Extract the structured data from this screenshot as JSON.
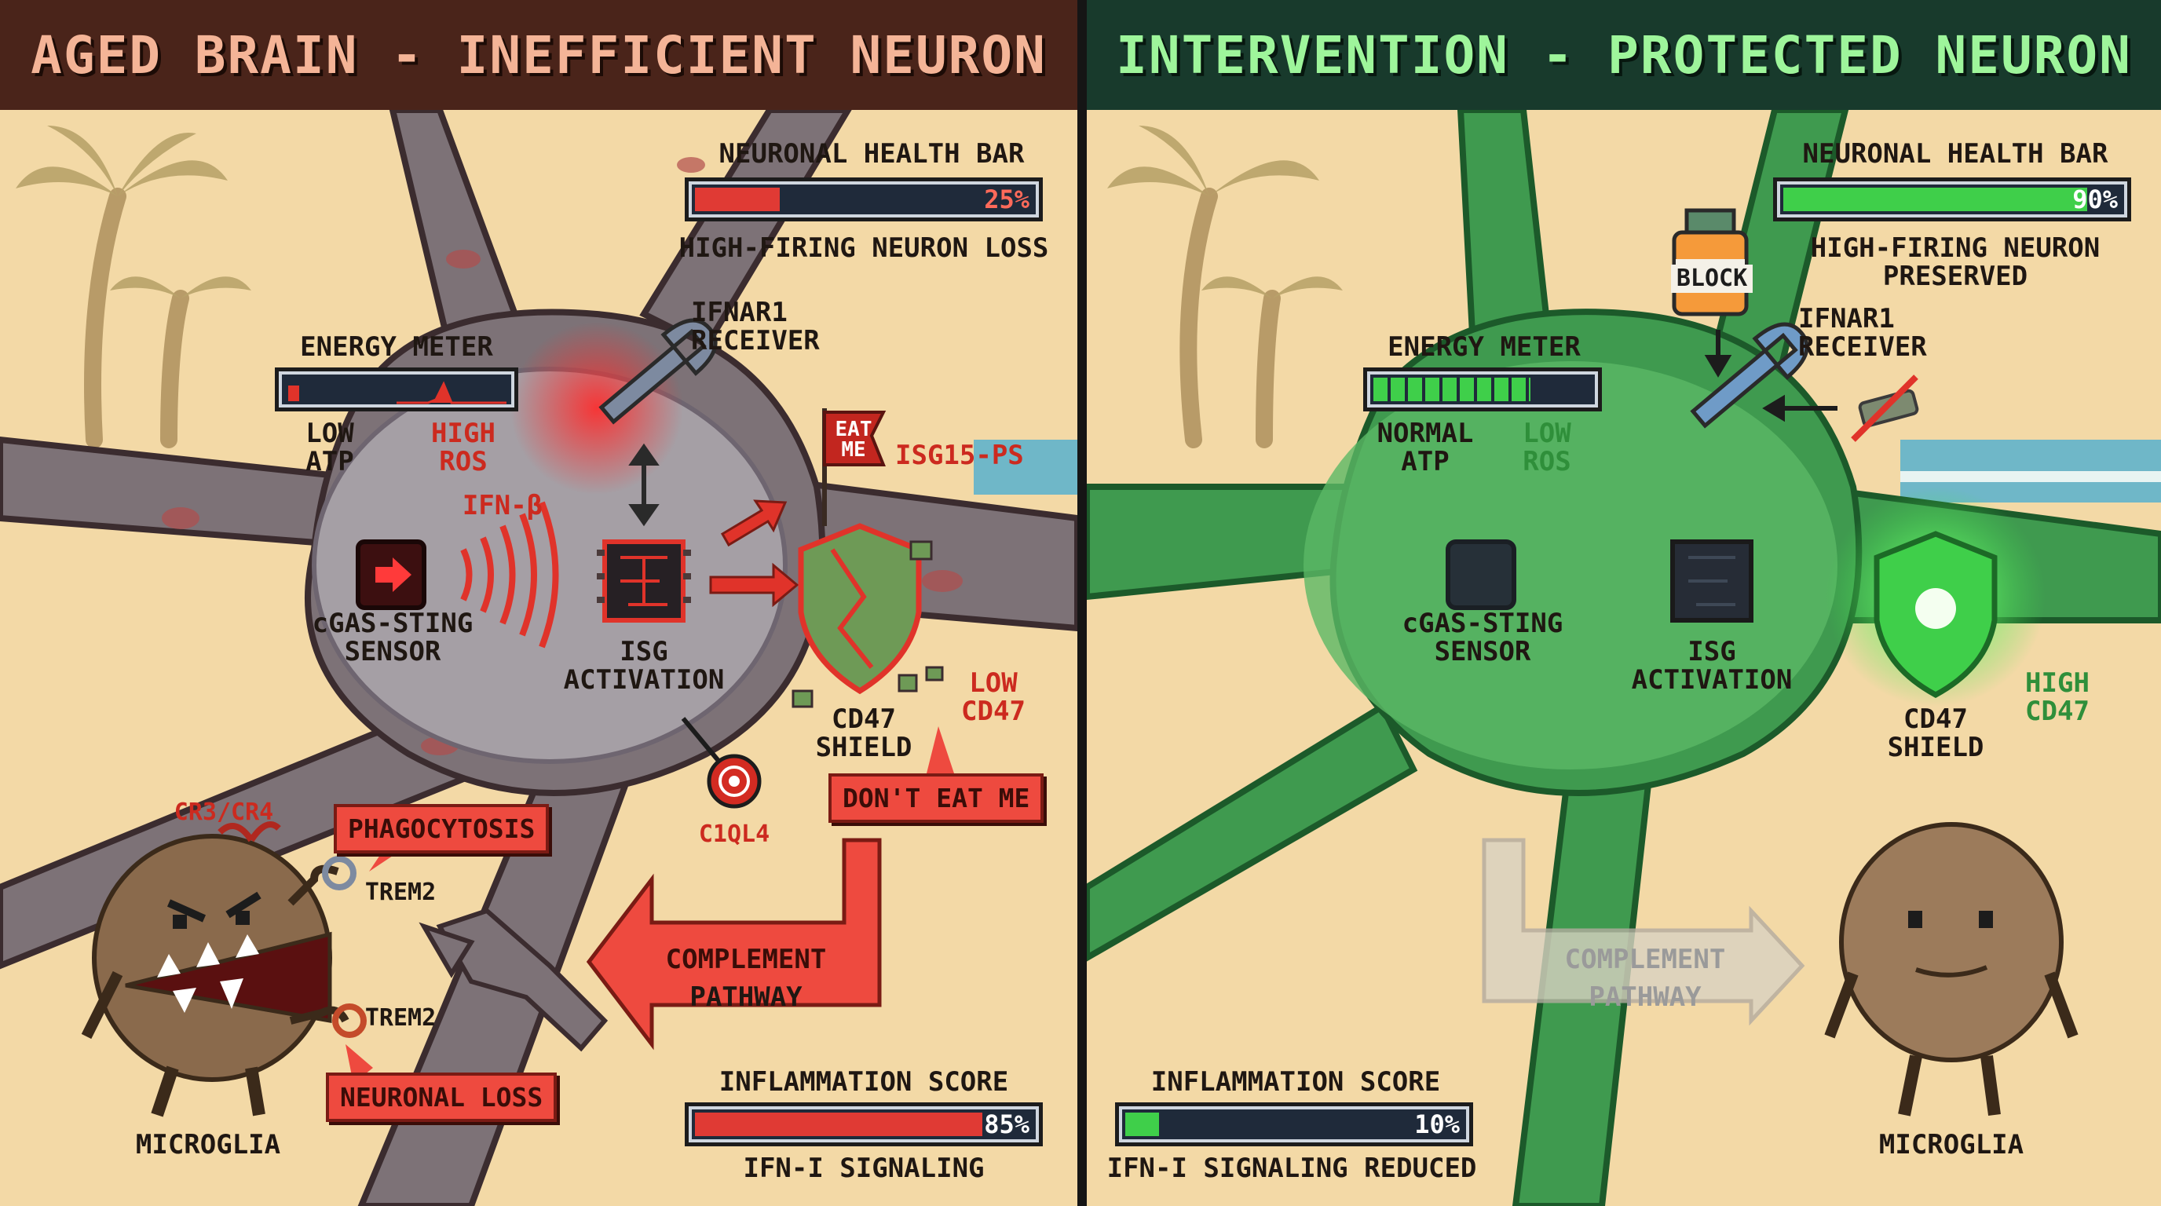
{
  "left": {
    "title": "AGED BRAIN - INEFFICIENT NEURON",
    "health": {
      "title": "NEURONAL HEALTH BAR",
      "value_label": "25%",
      "value": 0.25,
      "caption": "HIGH-FIRING NEURON LOSS"
    },
    "energy": {
      "title": "ENERGY METER",
      "atp": "LOW\nATP",
      "ros": "HIGH\nROS"
    },
    "ifnar": "IFNAR1\nRECEIVER",
    "ifn_beta": "IFN-β",
    "cgas": "cGAS-STING\nSENSOR",
    "isg": "ISG\nACTIVATION",
    "eat_me_flag": "EAT\nME",
    "isg15": "ISG15-PS",
    "cd47_shield": "CD47\nSHIELD",
    "cd47_level": "LOW\nCD47",
    "c1ql4": "C1QL4",
    "dont_eat_me": "DON'T EAT ME",
    "cr3": "CR3/CR4",
    "phagocytosis": "PHAGOCYTOSIS",
    "trem2_a": "TREM2",
    "trem2_b": "TREM2",
    "neuronal_loss": "NEURONAL LOSS",
    "complement": {
      "line1": "COMPLEMENT",
      "line2": "PATHWAY"
    },
    "microglia": "MICROGLIA",
    "inflammation": {
      "title": "INFLAMMATION SCORE",
      "value_label": "85%",
      "value": 0.85,
      "caption": "IFN-I SIGNALING"
    }
  },
  "right": {
    "title": "INTERVENTION - PROTECTED NEURON",
    "health": {
      "title": "NEURONAL HEALTH BAR",
      "value_label": "90%",
      "value": 0.9,
      "caption": "HIGH-FIRING NEURON\nPRESERVED"
    },
    "block": "BLOCK",
    "energy": {
      "title": "ENERGY METER",
      "atp": "NORMAL\nATP",
      "ros": "LOW\nROS"
    },
    "ifnar": "IFNAR1\nRECEIVER",
    "cgas": "cGAS-STING\nSENSOR",
    "isg": "ISG\nACTIVATION",
    "cd47_shield": "CD47\nSHIELD",
    "cd47_level": "HIGH\nCD47",
    "complement": {
      "line1": "COMPLEMENT",
      "line2": "PATHWAY"
    },
    "microglia": "MICROGLIA",
    "inflammation": {
      "title": "INFLAMMATION SCORE",
      "value_label": "10%",
      "value": 0.1,
      "caption": "IFN-I SIGNALING REDUCED"
    }
  },
  "colors": {
    "sand": "#f3d9a6",
    "aged_neuron": "#7d7277",
    "healthy_neuron": "#3f9a4f",
    "alert_red": "#e0332a",
    "health_green": "#3fcf4a",
    "microglia": "#8a6a4c"
  },
  "icons": [
    "palm-tree-icon",
    "wrench-receptor-icon",
    "chip-icon",
    "shield-icon",
    "flag-icon",
    "pill-bottle-icon",
    "target-icon",
    "arrow-icon"
  ]
}
